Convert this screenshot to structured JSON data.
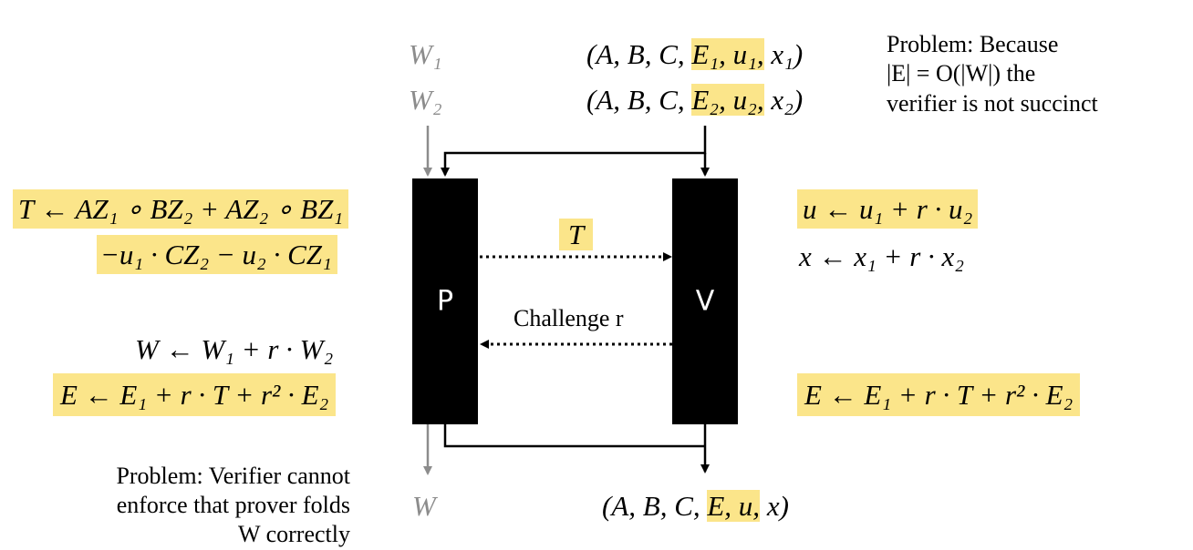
{
  "top": {
    "w1": "W₁",
    "w2": "W₂",
    "tuple1_pre": "(A, B, C, ",
    "tuple1_hl": "E₁, u₁,",
    "tuple1_post": " x₁)",
    "tuple2_pre": "(A, B, C, ",
    "tuple2_hl": "E₂, u₂,",
    "tuple2_post": " x₂)"
  },
  "problem_top": {
    "line1": "Problem: Because",
    "line2": "|E| = O(|W|) the",
    "line3": "verifier is not succinct"
  },
  "prover": {
    "label": "P"
  },
  "verifier": {
    "label": "V"
  },
  "messages": {
    "t_label": "T",
    "challenge_label": "Challenge r"
  },
  "left": {
    "t_line1": "T ← AZ₁ ∘ BZ₂ + AZ₂ ∘ BZ₁",
    "t_line2": "−u₁ · CZ₂ − u₂ · CZ₁",
    "w_fold": "W ← W₁ + r · W₂",
    "e_fold": "E ← E₁ + r · T + r² · E₂"
  },
  "right": {
    "u_fold": "u ← u₁ + r · u₂",
    "x_fold": "x ← x₁ + r · x₂",
    "e_fold": "E ← E₁ + r · T + r² · E₂"
  },
  "bottom": {
    "w": "W",
    "tuple_pre": "(A, B, C, ",
    "tuple_hl": "E, u,",
    "tuple_post": " x)"
  },
  "problem_bottom": {
    "line1": "Problem: Verifier cannot",
    "line2": "enforce that prover folds",
    "line3": "W correctly"
  },
  "colors": {
    "highlight": "#fbe58a",
    "gray_arrow": "#8c8c8c",
    "box": "#000000"
  }
}
